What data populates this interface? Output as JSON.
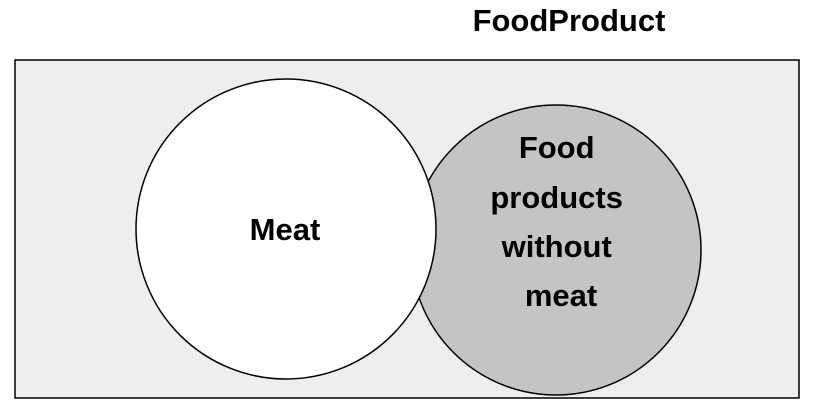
{
  "diagram": {
    "title": "FoodProduct",
    "left_set_label": "Meat",
    "right_set_label_lines": [
      "Food",
      "products",
      "without",
      "meat"
    ]
  },
  "colors": {
    "background_rect_fill": "#eeeeee",
    "left_circle_fill": "#ffffff",
    "right_circle_fill": "#c4c4c4",
    "stroke": "#000000"
  }
}
